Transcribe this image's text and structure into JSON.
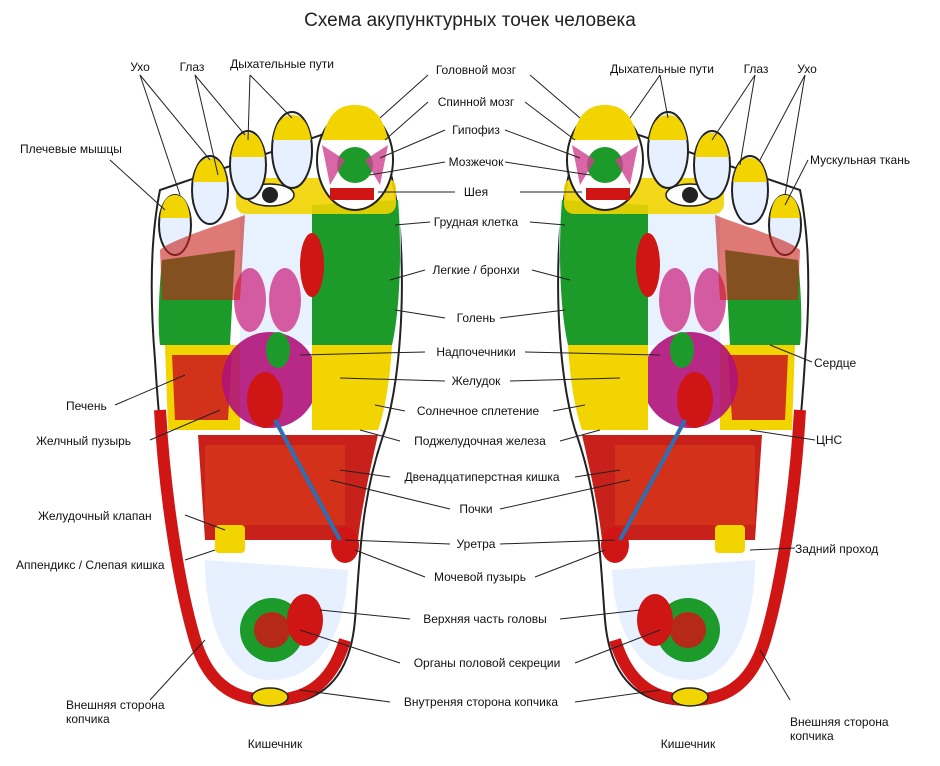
{
  "title": "Схема акупунктурных точек человека",
  "left_labels": {
    "ear": "Ухо",
    "eye": "Глаз",
    "airways": "Дыхательные пути",
    "shoulder": "Плечевые мышцы",
    "liver": "Печень",
    "gallbladder": "Желчный пузырь",
    "stomach_valve": "Желудочный клапан",
    "appendix": "Аппендикс / Слепая кишка",
    "coccyx_outer": "Внешняя сторона копчика",
    "intestine": "Кишечник"
  },
  "center_labels": {
    "brain": "Головной мозг",
    "spinal": "Спинной мозг",
    "pituitary": "Гипофиз",
    "cerebellum": "Мозжечок",
    "neck": "Шея",
    "chest": "Грудная клетка",
    "lungs": "Легкие / бронхи",
    "shin": "Голень",
    "adrenal": "Надпочечники",
    "stomach": "Желудок",
    "solar": "Солнечное сплетение",
    "pancreas": "Поджелудочная железа",
    "duodenum": "Двенадцатиперстная кишка",
    "kidneys": "Почки",
    "urethra": "Уретра",
    "bladder": "Мочевой пузырь",
    "head_top": "Верхняя часть головы",
    "genital": "Органы половой секреции",
    "coccyx_inner": "Внутреняя сторона копчика"
  },
  "right_labels": {
    "airways": "Дыхательные пути",
    "eye": "Глаз",
    "ear": "Ухо",
    "muscle": "Мускульная ткань",
    "heart": "Сердце",
    "cns": "ЦНС",
    "anus": "Задний проход",
    "coccyx_outer": "Внешняя сторона копчика",
    "intestine": "Кишечник"
  }
}
